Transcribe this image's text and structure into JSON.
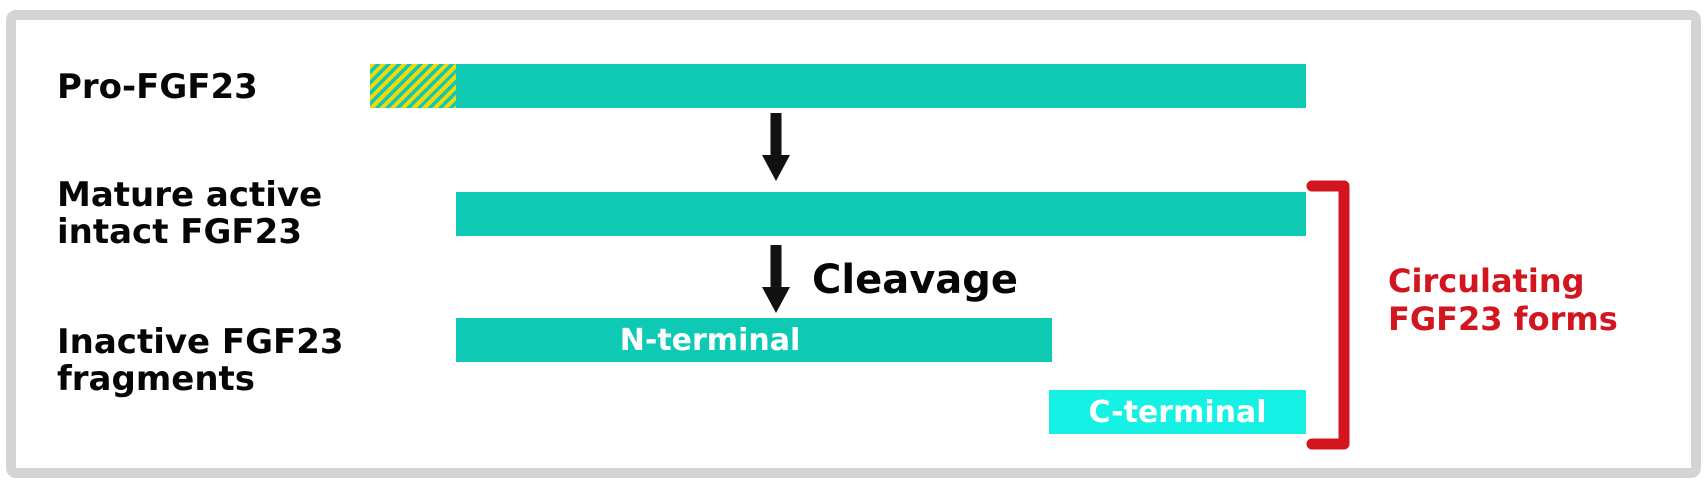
{
  "diagram": {
    "rows": {
      "pro": {
        "label": "Pro-FGF23"
      },
      "mature": {
        "label_line1": "Mature active",
        "label_line2": "intact FGF23"
      },
      "fragments": {
        "label_line1": "Inactive FGF23",
        "label_line2": "fragments"
      }
    },
    "bars": {
      "n_terminal_label": "N-terminal",
      "c_terminal_label": "C-terminal"
    },
    "cleavage_label": "Cleavage",
    "bracket": {
      "label_line1": "Circulating",
      "label_line2": "FGF23 forms"
    },
    "colors": {
      "teal_bar": "#0EC9B4",
      "cyan_bar": "#15F1E4",
      "hatch_yellow": "#F3D806",
      "bracket_red": "#D2151E",
      "frame_gray": "#D4D4D4",
      "label_black": "#060606"
    },
    "icons": {
      "arrow_1": "down-arrow",
      "arrow_2": "down-arrow",
      "bracket": "right-square-bracket"
    }
  }
}
